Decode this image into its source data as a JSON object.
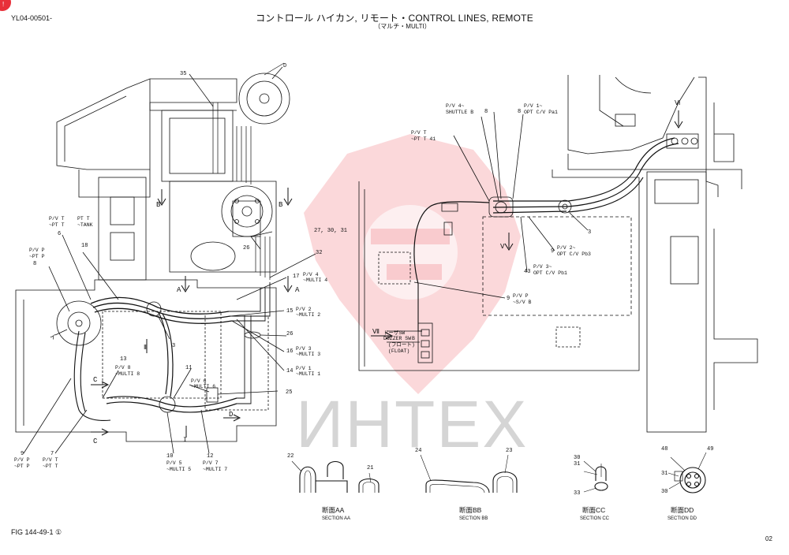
{
  "header": {
    "code": "YL04-00501-",
    "title": "コントロール ハイカン, リモート・CONTROL LINES, REMOTE",
    "subtitle": "（マルチ・MULTI）"
  },
  "footer": {
    "fig": "FIG 144-49-1 ①",
    "page": "02"
  },
  "watermark": "ИНТЕХ",
  "callouts": {
    "c35": "35",
    "cD": "D",
    "cB1": "B",
    "cB2": "B",
    "c27": "27, 30, 31",
    "c26a": "26",
    "c32": "32",
    "pvt_l1": "P/V T",
    "pvt_l2": "~PT T",
    "ptt_l1": "PT T",
    "ptt_l2": "~TANK",
    "c6": "6",
    "c18": "18",
    "pvp_l1": "P/V P",
    "pvp_l2": "~PT P",
    "c8a": "8",
    "cI": "イ",
    "cRoman": "Ⅱ",
    "c3a": "3",
    "cA1": "A",
    "cA2": "A",
    "c17": "17",
    "m4_l1": "P/V 4",
    "m4_l2": "~MULTI 4",
    "c15": "15",
    "m2_l1": "P/V 2",
    "m2_l2": "~MULTI 2",
    "c26b": "26",
    "c16": "16",
    "m3_l1": "P/V 3",
    "m3_l2": "~MULTI 3",
    "c14": "14",
    "m1_l1": "P/V 1",
    "m1_l2": "~MULTI 1",
    "c13": "13",
    "m8_l1": "P/V 8",
    "m8_l2": "~MULTI 8",
    "c11": "11",
    "m6_l1": "P/V 6",
    "m6_l2": "~MULTI 6",
    "c25": "25",
    "cC1": "C",
    "cC2": "C",
    "cD2": "D",
    "cI2": "I",
    "c9a": "9",
    "b9_l1": "P/V P",
    "b9_l2": "~PT P",
    "c7": "7",
    "b7_l1": "P/V T",
    "b7_l2": "~PT T",
    "c10": "10",
    "m5_l1": "P/V 5",
    "m5_l2": "~MULTI 5",
    "c12": "12",
    "m7_l1": "P/V 7",
    "m7_l2": "~MULTI 7",
    "sh_l1": "P/V 4~",
    "sh_l2": "SHUTTLE B",
    "c8b": "8",
    "pa1_l1": "P/V 1~",
    "pa1_l2": "OPT C/V Pa1",
    "c8c": "8",
    "pvt41_l1": "P/V T",
    "pvt41_l2": "~PT T 41",
    "cVI": "Ⅵ",
    "c3b": "3",
    "cV": "Ⅴ",
    "c9b": "9",
    "pb3_l1": "P/V 2~",
    "pb3_l2": "OPT C/V Pb3",
    "c43": "43",
    "pb1_l1": "P/V 3~",
    "pb1_l2": "OPT C/V Pb1",
    "c9c": "9",
    "svb_l1": "P/V P",
    "svb_l2": "~S/V B",
    "cVII": "Ⅶ",
    "dz_l1": "ドーザSW",
    "dz_l2": "DOZZER SW",
    "dz_l3": "(フロート)",
    "dz_l4": "(FLOAT)",
    "dz_l5": "B"
  },
  "sections": {
    "aa": {
      "jp": "断面AA",
      "en": "SECTION AA",
      "p1": "22",
      "p2": "21"
    },
    "bb": {
      "jp": "断面BB",
      "en": "SECTION BB",
      "p1": "24",
      "p2": "23"
    },
    "cc": {
      "jp": "断面CC",
      "en": "SECTION CC",
      "p1": "30",
      "p2": "31",
      "p3": "33"
    },
    "dd": {
      "jp": "断面DD",
      "en": "SECTION DD",
      "p1": "48",
      "p2": "49",
      "p3": "31",
      "p4": "30"
    }
  }
}
